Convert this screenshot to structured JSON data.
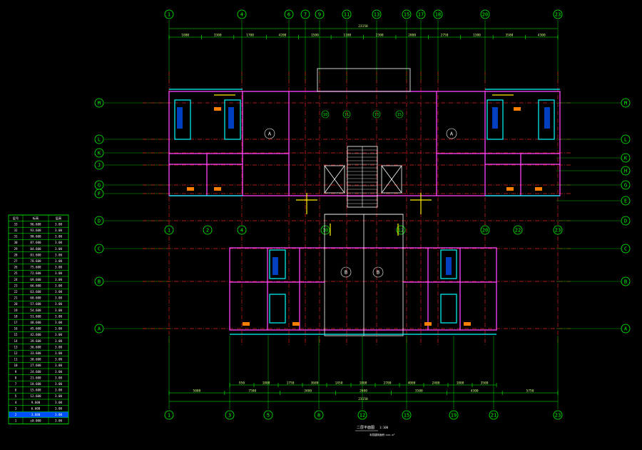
{
  "axes_top": [
    "1",
    "4",
    "6",
    "7",
    "9",
    "11",
    "13",
    "15",
    "17",
    "18",
    "20",
    "23"
  ],
  "axes_bottom": [
    "1",
    "3",
    "5",
    "8",
    "12",
    "15",
    "19",
    "21",
    "23"
  ],
  "axes_left": [
    "M",
    "L",
    "K",
    "J",
    "G",
    "F",
    "D",
    "C",
    "B",
    "A"
  ],
  "axes_right": [
    "M",
    "L",
    "K",
    "H",
    "G",
    "E",
    "D",
    "C",
    "B",
    "A"
  ],
  "axes_mid_row": [
    "1",
    "2",
    "4",
    "10",
    "12",
    "20",
    "22",
    "23"
  ],
  "top_total_dim": "23150",
  "top_dims_row1": [
    "1800",
    "3300",
    "1700",
    "4200",
    "1500",
    "1100",
    "2300",
    "2800",
    "2750",
    "1300",
    "3500",
    "4300"
  ],
  "bottom_dims_row1": [
    "950",
    "1800",
    "1750",
    "3600",
    "1450",
    "1800",
    "2700",
    "4000",
    "2400",
    "1800",
    "3500"
  ],
  "bottom_dims_row2": [
    "5000",
    "7500",
    "3400",
    "2600",
    "3500",
    "4300",
    "5750"
  ],
  "bottom_total_dim": "23150",
  "unit_labels": [
    "A",
    "A",
    "B",
    "B"
  ],
  "stair_labels": [
    "10",
    "11",
    "13",
    "15"
  ],
  "title": "二层平面图",
  "scale": "1:100",
  "subtitle": "本层建筑面积:xxx m²",
  "table_rows": [
    [
      "33",
      "96.600"
    ],
    [
      "32",
      "93.600"
    ],
    [
      "31",
      "90.600"
    ],
    [
      "30",
      "87.600"
    ],
    [
      "29",
      "84.600"
    ],
    [
      "28",
      "81.600"
    ],
    [
      "27",
      "78.600"
    ],
    [
      "26",
      "75.600"
    ],
    [
      "25",
      "72.600"
    ],
    [
      "24",
      "69.600"
    ],
    [
      "23",
      "66.600"
    ],
    [
      "22",
      "63.600"
    ],
    [
      "21",
      "60.600"
    ],
    [
      "20",
      "57.600"
    ],
    [
      "19",
      "54.600"
    ],
    [
      "18",
      "51.600"
    ],
    [
      "17",
      "48.600"
    ],
    [
      "16",
      "45.600"
    ],
    [
      "15",
      "42.600"
    ],
    [
      "14",
      "39.600"
    ],
    [
      "13",
      "36.600"
    ],
    [
      "12",
      "33.600"
    ],
    [
      "11",
      "30.600"
    ],
    [
      "10",
      "27.600"
    ],
    [
      "9",
      "24.600"
    ],
    [
      "8",
      "21.600"
    ],
    [
      "7",
      "18.600"
    ],
    [
      "6",
      "15.600"
    ],
    [
      "5",
      "12.600"
    ],
    [
      "4",
      "9.600"
    ],
    [
      "3",
      "6.600"
    ],
    [
      "2",
      "3.600"
    ],
    [
      "1",
      "±0.000"
    ]
  ],
  "table_header": [
    "层号",
    "标高",
    "层高"
  ],
  "table_floor_height": "3.00",
  "colors": {
    "axis": "#00ff00",
    "wall": "#ff44ff",
    "centerline": "#e02020",
    "window": "#00ffff",
    "accent": "#ffee00",
    "table_highlight": "#0050ff"
  }
}
